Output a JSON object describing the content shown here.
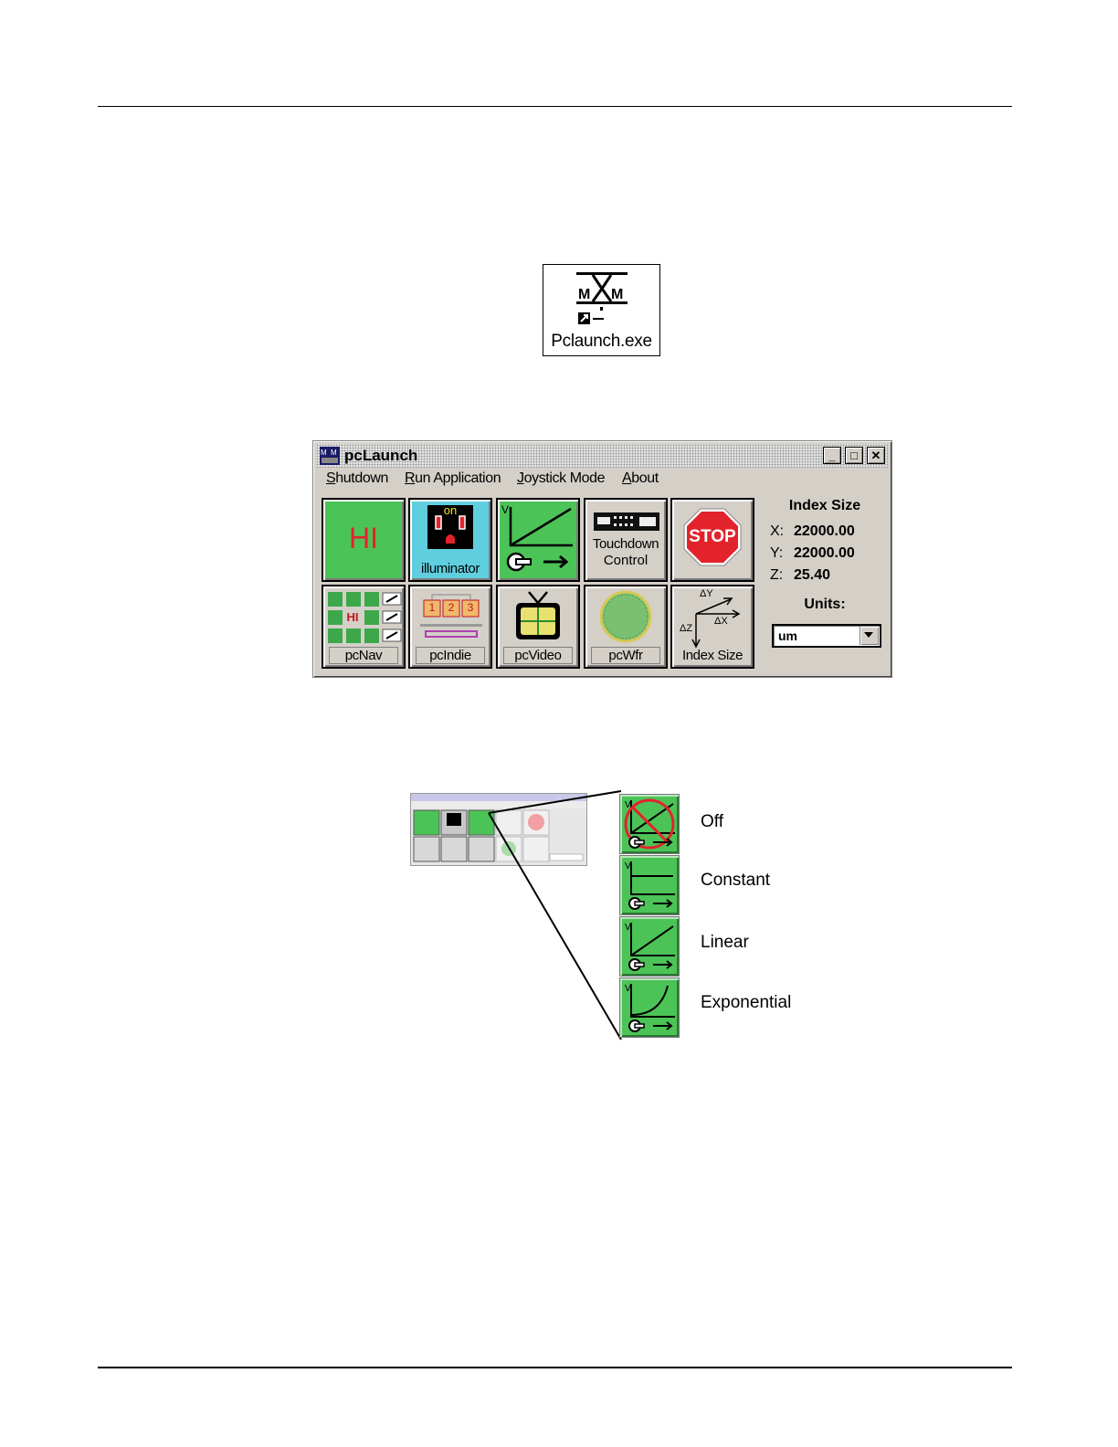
{
  "shortcut": {
    "label": "Pclaunch.exe"
  },
  "window": {
    "title": "pcLaunch",
    "menu": [
      {
        "u": "S",
        "rest": "hutdown"
      },
      {
        "u": "R",
        "rest": "un Application"
      },
      {
        "u": "J",
        "rest": "oystick Mode"
      },
      {
        "u": "A",
        "rest": "bout"
      }
    ],
    "caption_buttons": {
      "minimize": "_",
      "maximize": "□",
      "close": "✕"
    },
    "tiles": {
      "hi": "HI",
      "illuminator_on": "on",
      "illuminator": "illuminator",
      "joystick_v": "V",
      "touchdown": "Touchdown",
      "touchdown2": "Control",
      "stop": "STOP",
      "pcnav": "pcNav",
      "pcnav_hi": "HI",
      "pcindie": "pcIndie",
      "pcindie_nums": [
        "1",
        "2",
        "3"
      ],
      "pcvideo": "pcVideo",
      "pcwfr": "pcWfr",
      "index_size_tile": "Index Size",
      "delta_y": "ΔY",
      "delta_x": "ΔX",
      "delta_z": "ΔZ"
    },
    "index": {
      "header": "Index Size",
      "x_label": "X:",
      "x": "22000.00",
      "y_label": "Y:",
      "y": "22000.00",
      "z_label": "Z:",
      "z": "25.40",
      "units_label": "Units:",
      "units_value": "um"
    }
  },
  "joystick_modes": [
    {
      "label": "Off"
    },
    {
      "label": "Constant"
    },
    {
      "label": "Linear"
    },
    {
      "label": "Exponential"
    }
  ],
  "colors": {
    "tile_green": "#4cc357",
    "illuminator_cyan": "#5fcfe0",
    "stop_red": "#e3232b",
    "window_gray": "#d4d0c8"
  }
}
